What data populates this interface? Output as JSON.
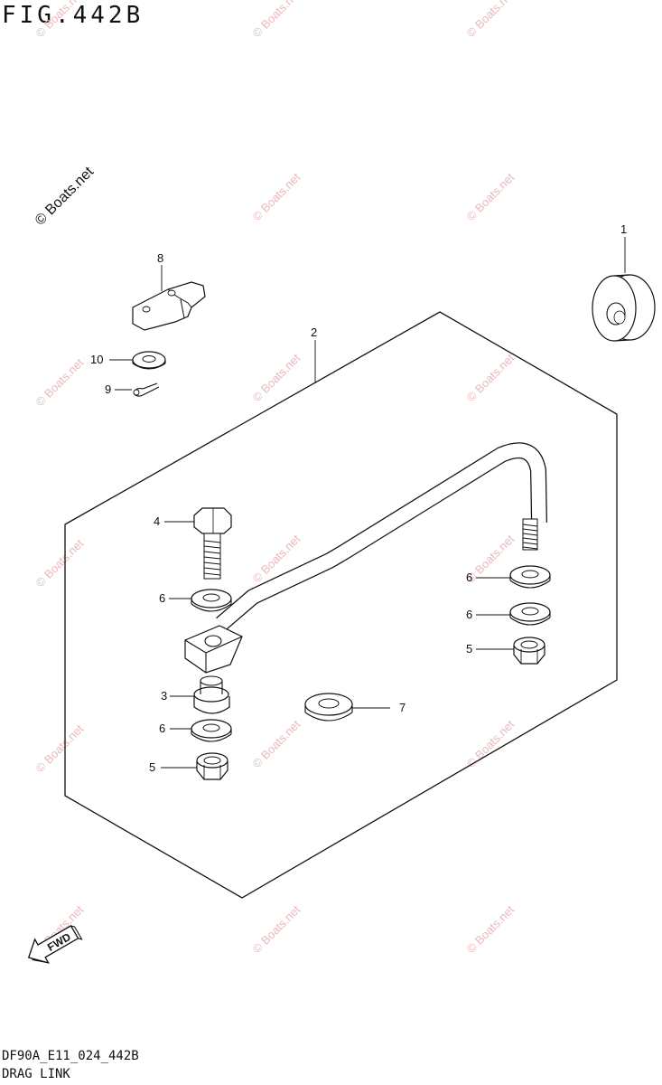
{
  "figure": {
    "title": "FIG.442B",
    "model_code": "DF90A_E11_024_442B",
    "name": "DRAG LINK"
  },
  "watermark": {
    "text": "© Boats.net"
  },
  "callouts": {
    "c1": "1",
    "c2": "2",
    "c3": "3",
    "c4": "4",
    "c5a": "5",
    "c5b": "5",
    "c6a": "6",
    "c6b": "6",
    "c6c": "6",
    "c6d": "6",
    "c7": "7",
    "c8": "8",
    "c9": "9",
    "c10": "10"
  },
  "direction_badge": {
    "label": "FWD"
  }
}
